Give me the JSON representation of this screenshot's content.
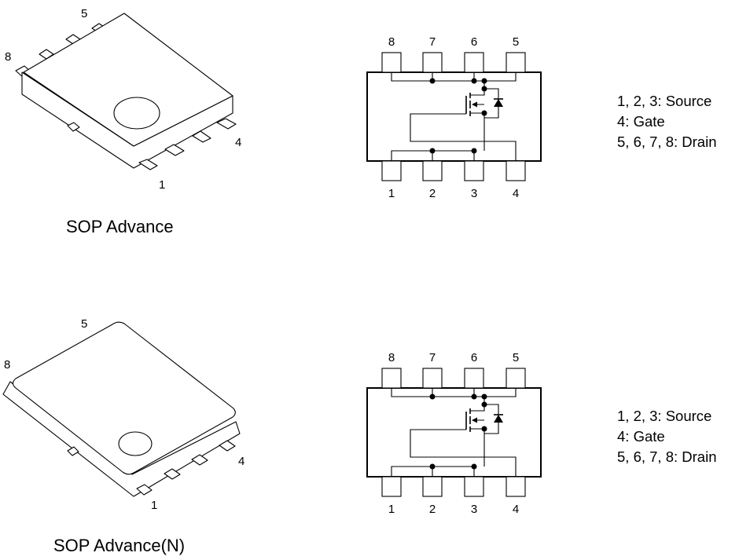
{
  "packages": [
    {
      "name": "SOP Advance",
      "package_pin_labels": {
        "top": "5",
        "left": "8",
        "right": "4",
        "bottom": "1"
      },
      "schematic": {
        "top_pins": [
          "8",
          "7",
          "6",
          "5"
        ],
        "bottom_pins": [
          "1",
          "2",
          "3",
          "4"
        ]
      },
      "legend": [
        "1, 2, 3: Source",
        "4: Gate",
        "5, 6, 7, 8: Drain"
      ]
    },
    {
      "name": "SOP Advance(N)",
      "package_pin_labels": {
        "top": "5",
        "left": "8",
        "right": "4",
        "bottom": "1"
      },
      "schematic": {
        "top_pins": [
          "8",
          "7",
          "6",
          "5"
        ],
        "bottom_pins": [
          "1",
          "2",
          "3",
          "4"
        ]
      },
      "legend": [
        "1, 2, 3: Source",
        "4: Gate",
        "5, 6, 7, 8: Drain"
      ]
    }
  ]
}
